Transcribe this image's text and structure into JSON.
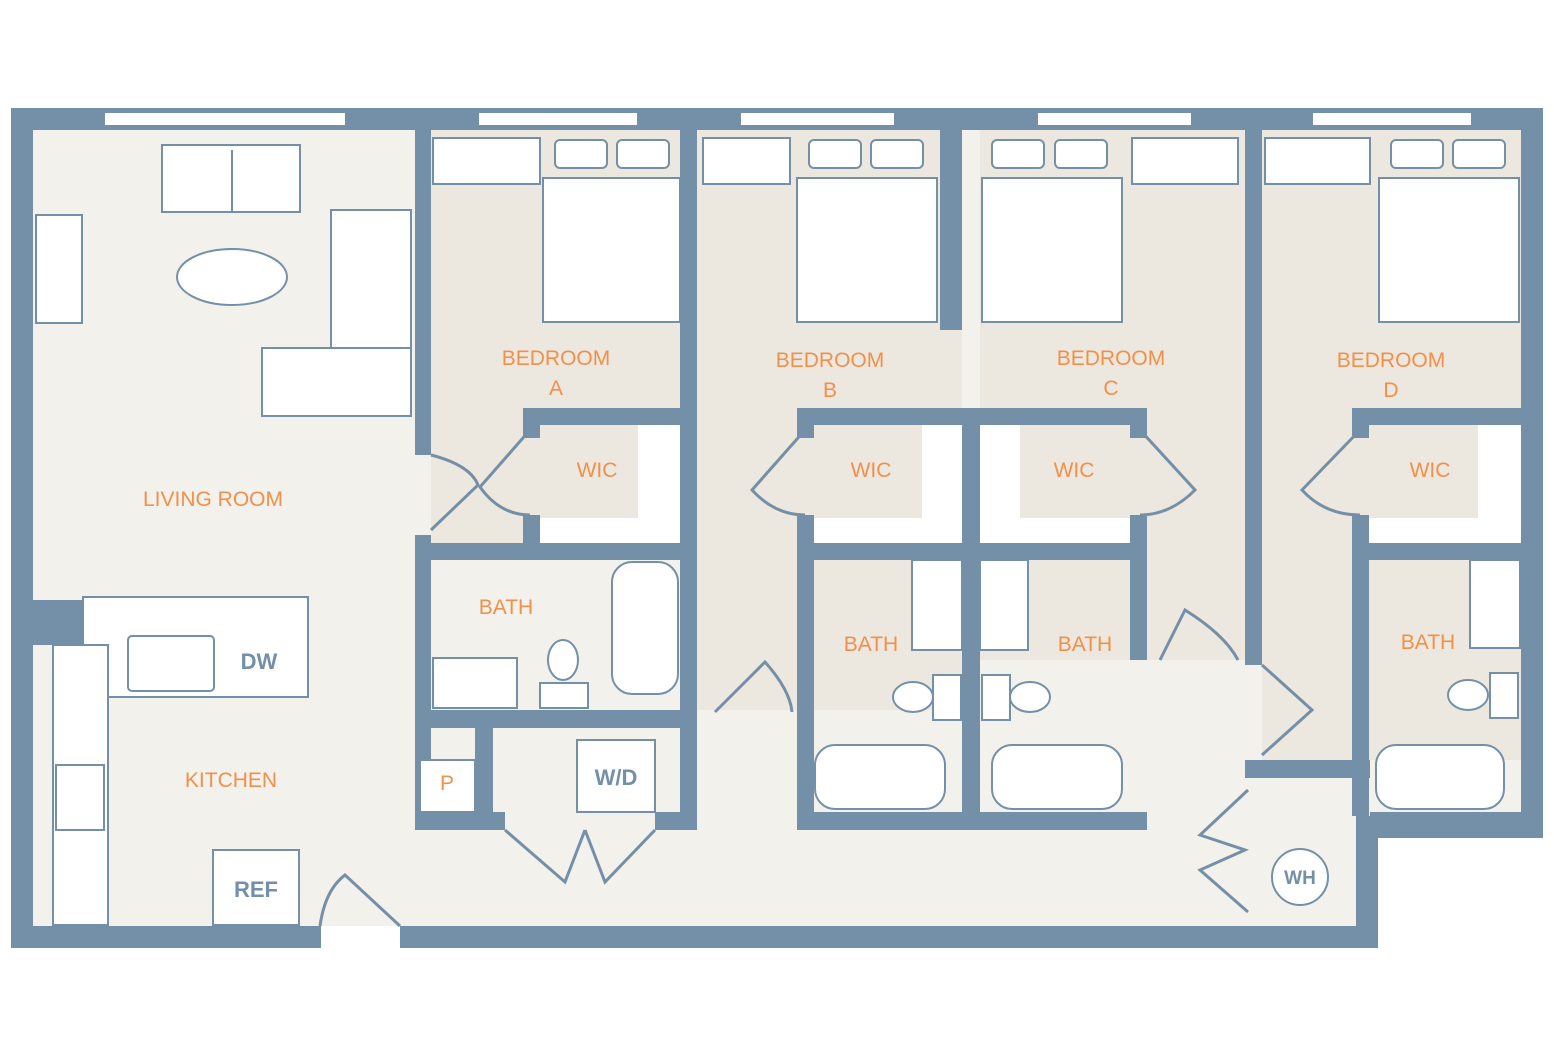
{
  "rooms": {
    "living_room": "LIVING ROOM",
    "kitchen": "KITCHEN",
    "bedroom_a": [
      "BEDROOM",
      "A"
    ],
    "bedroom_b": [
      "BEDROOM",
      "B"
    ],
    "bedroom_c": [
      "BEDROOM",
      "C"
    ],
    "bedroom_d": [
      "BEDROOM",
      "D"
    ],
    "wic": "WIC",
    "bath": "BATH"
  },
  "fixtures": {
    "washer_dryer": "W/D",
    "pantry": "P",
    "dishwasher": "DW",
    "refrigerator": "REF",
    "water_heater": "WH"
  },
  "colors": {
    "wall": "#7390a8",
    "label": "#f0904a",
    "floor": "#f3f1ec",
    "bedroom_floor": "#ede8df"
  }
}
